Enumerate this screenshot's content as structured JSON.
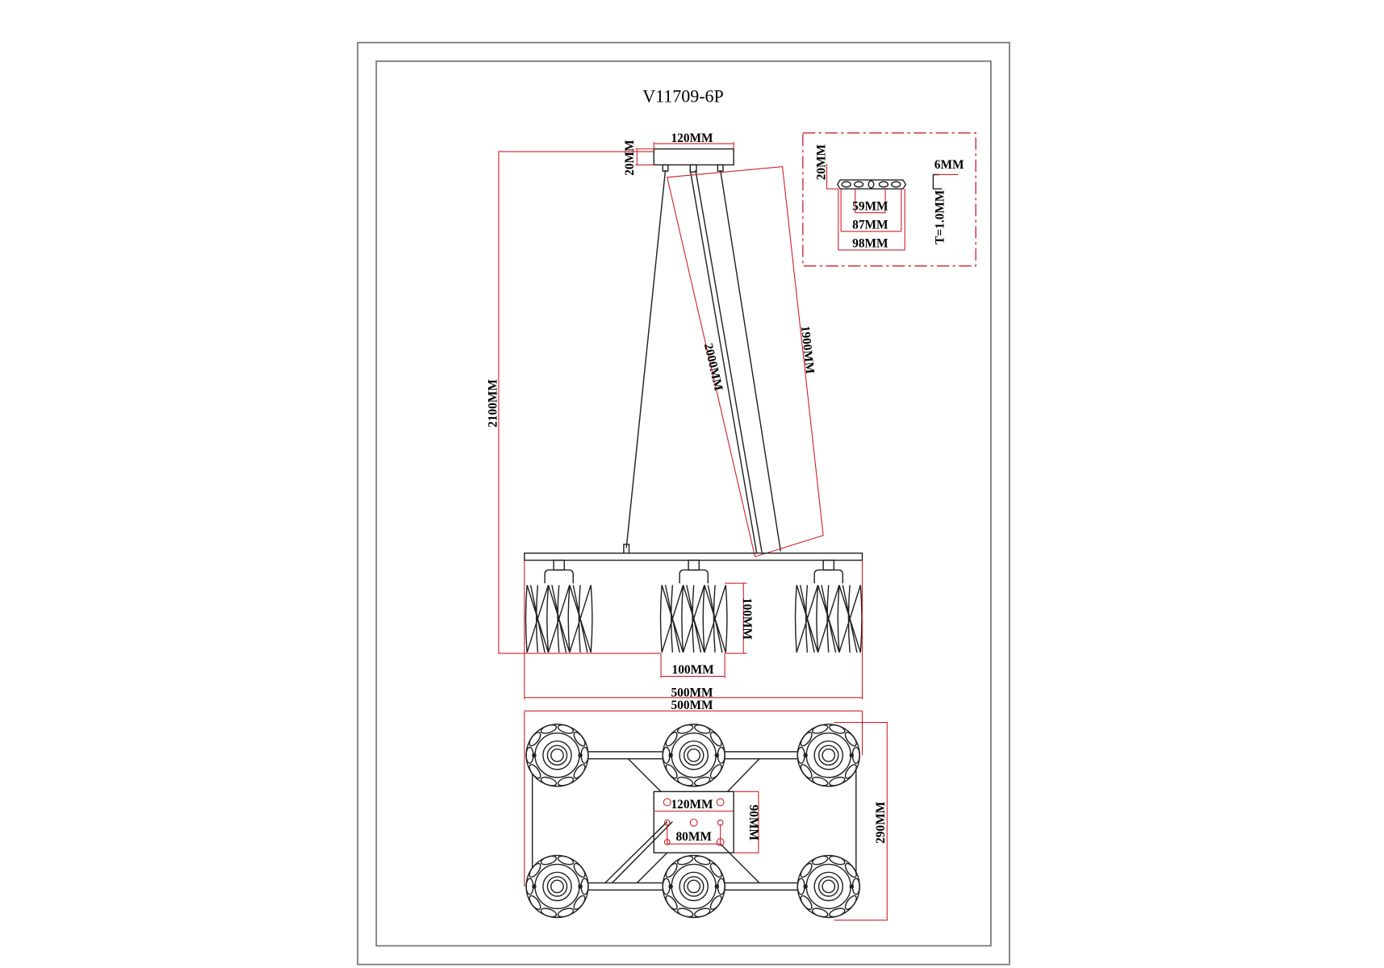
{
  "title": "V11709-6P",
  "side_view": {
    "canopy_width": "120MM",
    "canopy_height": "20MM",
    "total_height": "2100MM",
    "wire_length_1": "2000MM",
    "wire_length_2": "1900MM",
    "shade_height": "100MM",
    "shade_width": "100MM",
    "bar_length": "500MM"
  },
  "bracket_detail": {
    "height": "20MM",
    "flange": "6MM",
    "hole_spacing": "59MM",
    "inner_width": "87MM",
    "outer_width": "98MM",
    "thickness": "T=1.0MM"
  },
  "top_view": {
    "length": "500MM",
    "depth": "290MM",
    "plate_width": "120MM",
    "plate_depth": "90MM",
    "hole_spacing": "80MM"
  },
  "colors": {
    "dimension": "#d0202a",
    "line": "#222222",
    "frame": "#777777"
  }
}
